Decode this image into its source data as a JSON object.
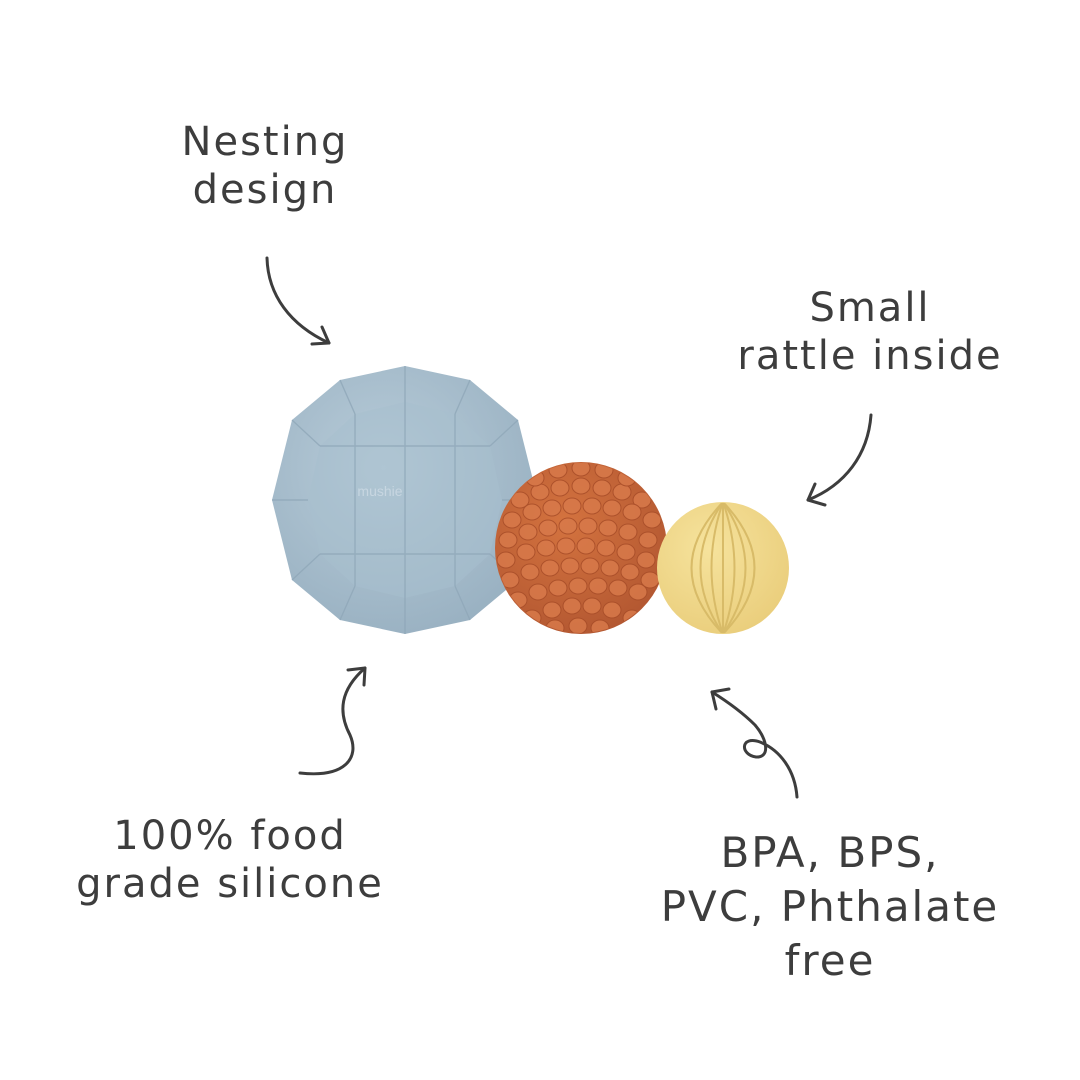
{
  "callouts": {
    "nesting": {
      "line1": "Nesting",
      "line2": "design"
    },
    "rattle": {
      "line1": "Small",
      "line2": "rattle inside"
    },
    "silicone": {
      "line1": "100% food",
      "line2": "grade silicone"
    },
    "free": {
      "line1": "BPA, BPS,",
      "line2": "PVC, Phthalate",
      "line3": "free"
    }
  },
  "product": {
    "brand": "mushie",
    "colors": {
      "blue_ball": "#a9c0cf",
      "orange_ball": "#c8643a",
      "yellow_ball": "#f2da8c",
      "ink": "#3d3d3d"
    }
  }
}
